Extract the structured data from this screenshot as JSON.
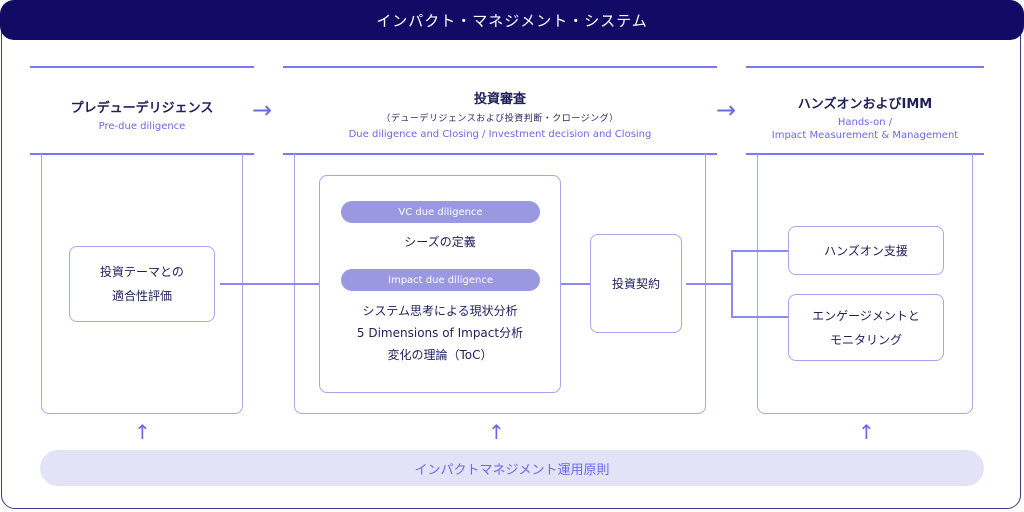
{
  "title": "インパクト・マネジメント・システム",
  "stages": [
    {
      "title": "プレデューデリジェンス",
      "subtitle_en": "Pre-due diligence"
    },
    {
      "title": "投資審査",
      "subtitle_jp": "（デューデリジェンスおよび投資判断・クロージング）",
      "subtitle_en": "Due diligence and Closing / Investment decision and  Closing"
    },
    {
      "title": "ハンズオンおよびIMM",
      "subtitle_en_line1": "Hands-on /",
      "subtitle_en_line2": "Impact Measurement & Management"
    }
  ],
  "pre_dd": {
    "card_line1": "投資テーマとの",
    "card_line2": "適合性評価"
  },
  "dd": {
    "vc_pill": "VC due diligence",
    "vc_item": "シーズの定義",
    "impact_pill": "Impact due diligence",
    "impact_items": [
      "システム思考による現状分析",
      "5 Dimensions of Impact分析",
      "変化の理論（ToC）"
    ],
    "contract": "投資契約"
  },
  "imm": {
    "handson": "ハンズオン支援",
    "engagement_line1": "エンゲージメントと",
    "engagement_line2": "モニタリング"
  },
  "icons": {
    "right_arrow": "→",
    "up_arrow": "↑"
  },
  "footer": {
    "principles": "インパクトマネジメント運用原則"
  },
  "colors": {
    "title_bg": "#120b66",
    "accent": "#6b68e6",
    "line": "#a9a6ee",
    "pill": "#9b98e2",
    "footer_bg": "#e3e2f6"
  }
}
